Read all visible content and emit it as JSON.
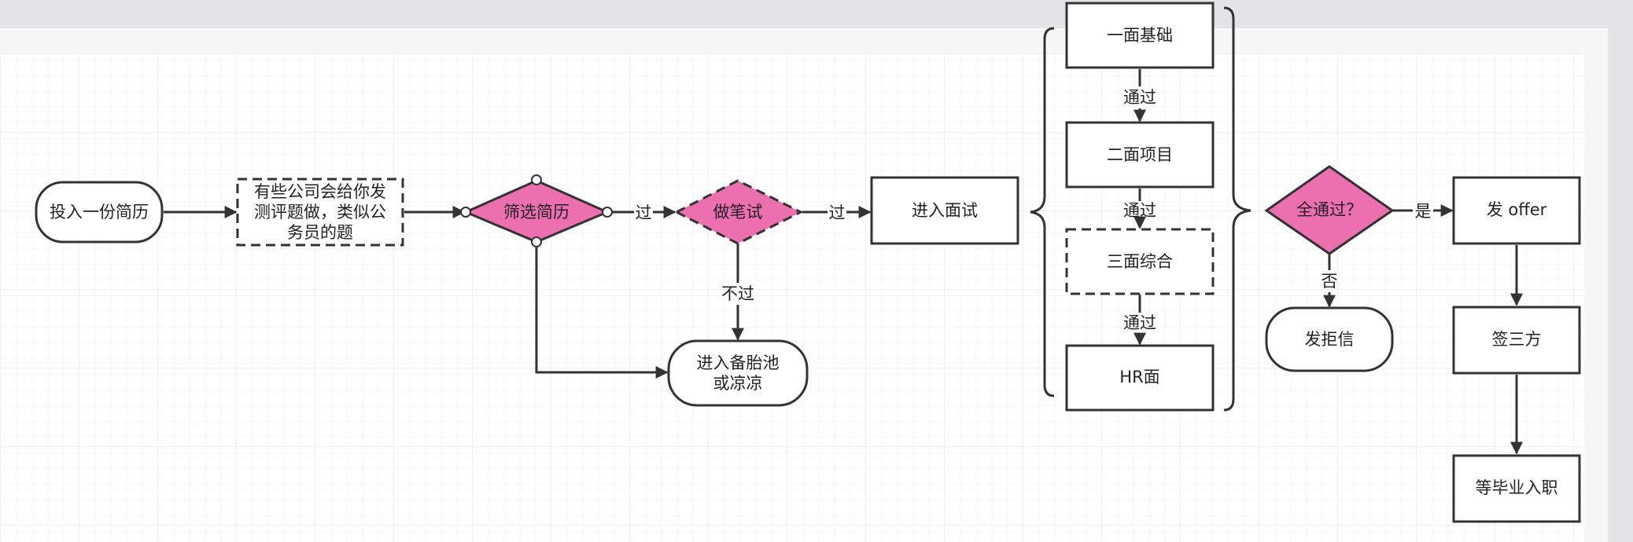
{
  "diagram": {
    "nodes": {
      "resume": "投入一份简历",
      "test_line1": "有些公司会给你发",
      "test_line2": "测评题做，类似公",
      "test_line3": "务员的题",
      "screen": "筛选简历",
      "written": "做笔试",
      "interview": "进入面试",
      "pool_line1": "进入备胎池",
      "pool_line2": "或凉凉",
      "round1": "一面基础",
      "round2": "二面项目",
      "round3": "三面综合",
      "hr": "HR面",
      "all_pass": "全通过？",
      "reject": "发拒信",
      "offer": "发 offer",
      "sign": "签三方",
      "onboard": "等毕业入职"
    },
    "edge_labels": {
      "pass1": "过",
      "pass2": "过",
      "fail": "不过",
      "pass_r1": "通过",
      "pass_r2": "通过",
      "pass_r3": "通过",
      "yes": "是",
      "no": "否"
    },
    "colors": {
      "decision_fill": "#ec6fb0",
      "stroke": "#333333",
      "node_fill": "#ffffff",
      "canvas": "#ffffff",
      "grid": "#ececec"
    }
  }
}
